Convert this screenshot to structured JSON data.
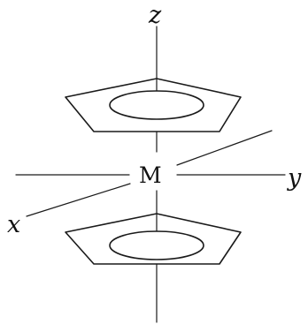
{
  "labels": {
    "z_axis": "z",
    "y_axis": "y",
    "x_axis": "x",
    "metal": "M"
  },
  "colors": {
    "line": "#1a1a1a",
    "background": "#ffffff"
  }
}
